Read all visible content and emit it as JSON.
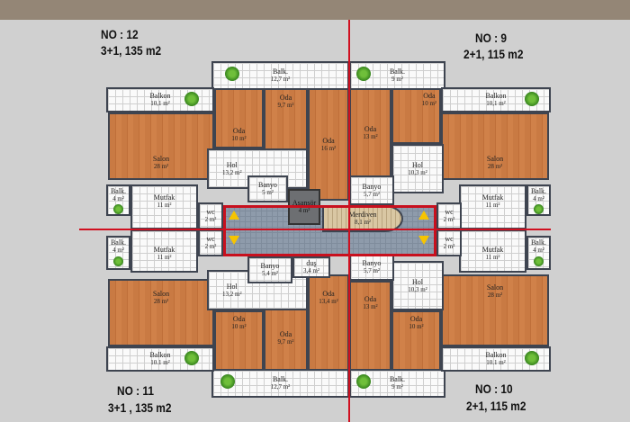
{
  "units": {
    "no12": {
      "title": "NO : 12",
      "size": "3+1, 135 m2"
    },
    "no9": {
      "title": "NO : 9",
      "size": "2+1, 115 m2"
    },
    "no11": {
      "title": "NO : 11",
      "size": "3+1 , 135 m2"
    },
    "no10": {
      "title": "NO : 10",
      "size": "2+1, 115 m2"
    }
  },
  "core": {
    "elevator": {
      "name": "Asansör",
      "area": "4 m²"
    },
    "stairs": {
      "name": "Merdiven",
      "area": "8,1 m²"
    }
  },
  "rooms": {
    "u12": [
      {
        "name": "Balk.",
        "area": "12,7 m²"
      },
      {
        "name": "Balkon",
        "area": "10,1 m²"
      },
      {
        "name": "Salon",
        "area": "28 m²"
      },
      {
        "name": "Oda",
        "area": "10 m²"
      },
      {
        "name": "Oda",
        "area": "9,7 m²"
      },
      {
        "name": "Oda",
        "area": "16 m²"
      },
      {
        "name": "Hol",
        "area": "13,2 m²"
      },
      {
        "name": "Banyo",
        "area": "5 m²"
      },
      {
        "name": "Balk.",
        "area": "4 m²"
      },
      {
        "name": "Mutfak",
        "area": "11 m²"
      },
      {
        "name": "wc",
        "area": "2 m²"
      }
    ],
    "u9": [
      {
        "name": "Balk.",
        "area": "9 m²"
      },
      {
        "name": "Oda",
        "area": "13 m²"
      },
      {
        "name": "Oda",
        "area": "10 m²"
      },
      {
        "name": "Balkon",
        "area": "10,1 m²"
      },
      {
        "name": "Salon",
        "area": "28 m²"
      },
      {
        "name": "Hol",
        "area": "10,3 m²"
      },
      {
        "name": "Banyo",
        "area": "5,7 m²"
      },
      {
        "name": "Mutfak",
        "area": "11 m²"
      },
      {
        "name": "Balk.",
        "area": "4 m²"
      },
      {
        "name": "wc",
        "area": "2 m²"
      }
    ],
    "u11": [
      {
        "name": "Balk.",
        "area": "12,7 m²"
      },
      {
        "name": "Balkon",
        "area": "10.1 m²"
      },
      {
        "name": "Salon",
        "area": "28 m²"
      },
      {
        "name": "Oda",
        "area": "10 m²"
      },
      {
        "name": "Oda",
        "area": "9,7 m²"
      },
      {
        "name": "Oda",
        "area": "13,4 m²"
      },
      {
        "name": "Hol",
        "area": "13,2 m²"
      },
      {
        "name": "Banyo",
        "area": "5,4 m²"
      },
      {
        "name": "duş",
        "area": "3,4 m²"
      },
      {
        "name": "Balk.",
        "area": "4 m²"
      },
      {
        "name": "Mutfak",
        "area": "11 m²"
      },
      {
        "name": "wc",
        "area": "2 m²"
      }
    ],
    "u10": [
      {
        "name": "Balk.",
        "area": "9 m²"
      },
      {
        "name": "Oda",
        "area": "13 m²"
      },
      {
        "name": "Oda",
        "area": "10 m²"
      },
      {
        "name": "Balkon",
        "area": "10.1 m²"
      },
      {
        "name": "Salon",
        "area": "28 m²"
      },
      {
        "name": "Hol",
        "area": "10,3 m²"
      },
      {
        "name": "Banyo",
        "area": "5,7 m²"
      },
      {
        "name": "Mutfak",
        "area": "11 m²"
      },
      {
        "name": "Balk.",
        "area": "4 m²"
      },
      {
        "name": "wc",
        "area": "2 m²"
      }
    ]
  },
  "colors": {
    "divider": "#d01020",
    "arrow": "#f6c400",
    "header_band": "#948676"
  }
}
